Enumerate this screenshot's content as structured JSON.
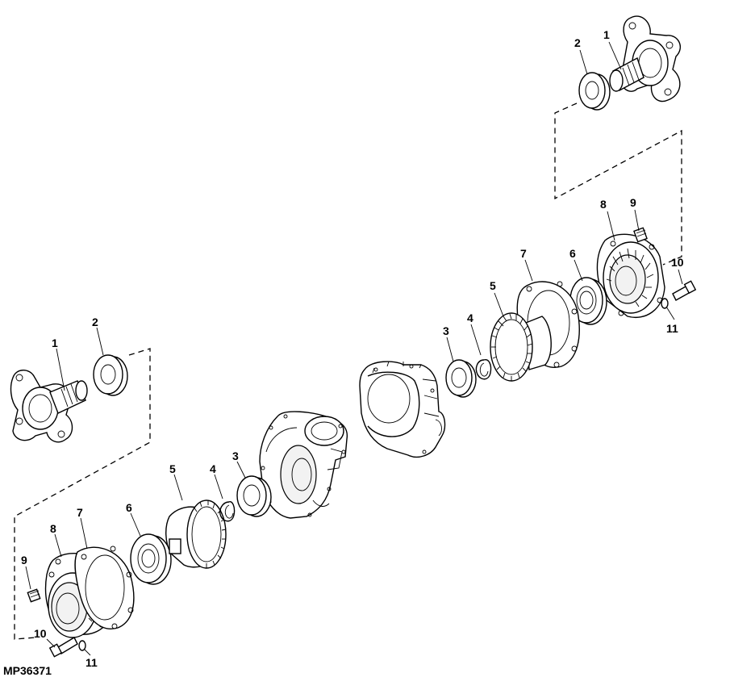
{
  "figure_id": "MP36371",
  "callouts": {
    "right_1": "1",
    "right_2": "2",
    "right_3": "3",
    "right_4": "4",
    "right_5": "5",
    "right_6": "6",
    "right_7": "7",
    "right_8": "8",
    "right_9": "9",
    "right_10": "10",
    "right_11": "11",
    "left_1": "1",
    "left_2": "2",
    "left_3": "3",
    "left_4": "4",
    "left_5": "5",
    "left_6": "6",
    "left_7": "7",
    "left_8": "8",
    "left_9": "9",
    "left_10": "10",
    "left_11": "11"
  }
}
